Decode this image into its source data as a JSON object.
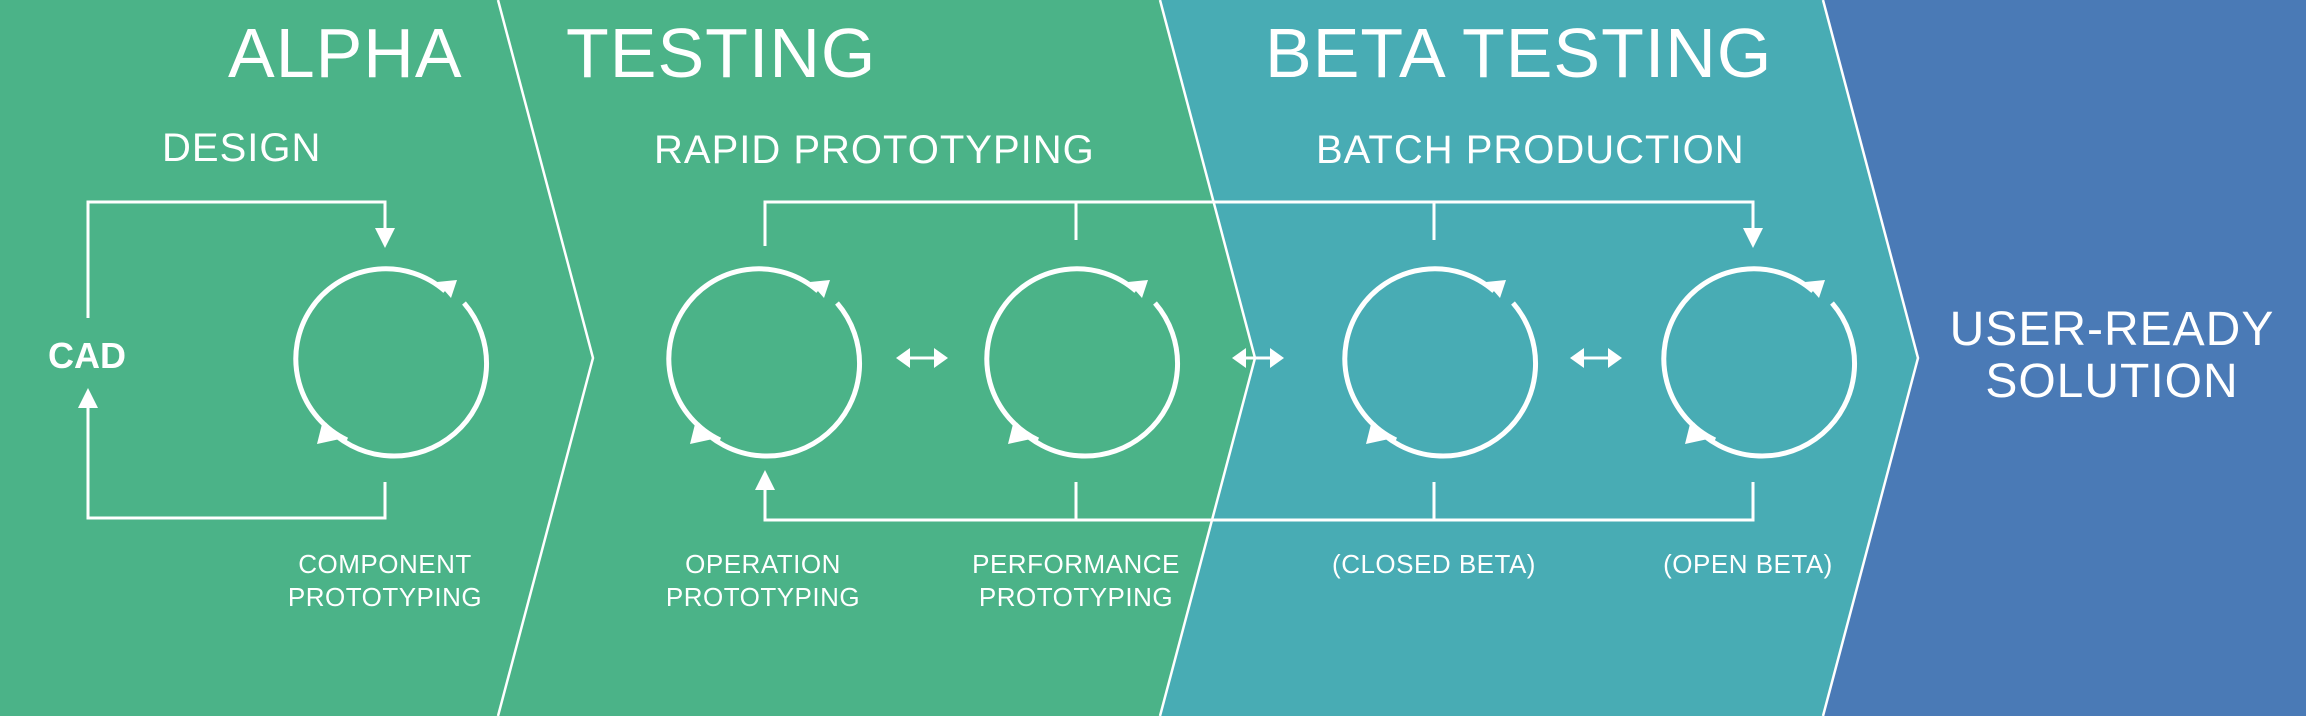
{
  "colors": {
    "alpha_green": "#4bb388",
    "testing_green": "#4bb388",
    "beta_teal": "#48acb4",
    "solution_blue": "#4a7ab6",
    "stroke": "#ffffff"
  },
  "stages": {
    "alpha": "ALPHA",
    "testing": "TESTING",
    "beta_testing": "BETA TESTING",
    "solution": {
      "line1": "USER-READY",
      "line2": "SOLUTION"
    }
  },
  "subtitles": {
    "design": "DESIGN",
    "rapid_prototyping": "RAPID PROTOTYPING",
    "batch_production": "BATCH PRODUCTION"
  },
  "cad_label": "CAD",
  "cycles": [
    {
      "id": "component",
      "line1": "COMPONENT",
      "line2": "PROTOTYPING"
    },
    {
      "id": "operation",
      "line1": "OPERATION",
      "line2": "PROTOTYPING"
    },
    {
      "id": "performance",
      "line1": "PERFORMANCE",
      "line2": "PROTOTYPING"
    },
    {
      "id": "closed-beta",
      "line1": "(CLOSED BETA)"
    },
    {
      "id": "open-beta",
      "line1": "(OPEN BETA)"
    }
  ],
  "icons": [
    "cycle-icon",
    "double-arrow-icon",
    "arrow-head-icon"
  ]
}
